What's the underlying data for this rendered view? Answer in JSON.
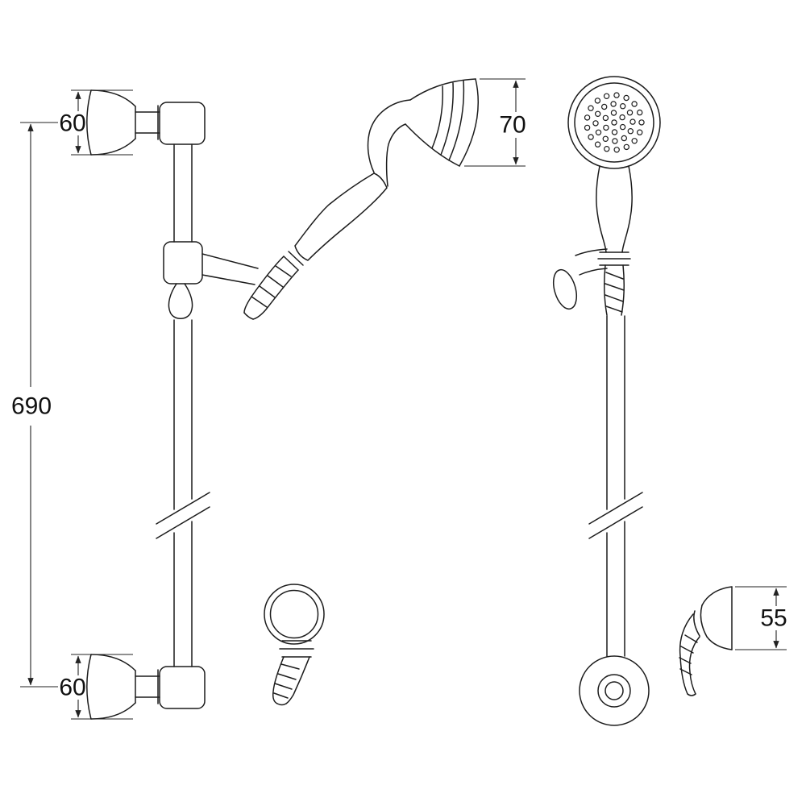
{
  "canvas": {
    "background": "#ffffff",
    "line_color": "#1c1c1c",
    "dimension_line_color": "#222222"
  },
  "dimensions": {
    "top_bracket_height": "60",
    "rail_length": "690",
    "bottom_bracket_height": "60",
    "handset_head_diameter": "70",
    "outlet_elbow_height": "55"
  }
}
